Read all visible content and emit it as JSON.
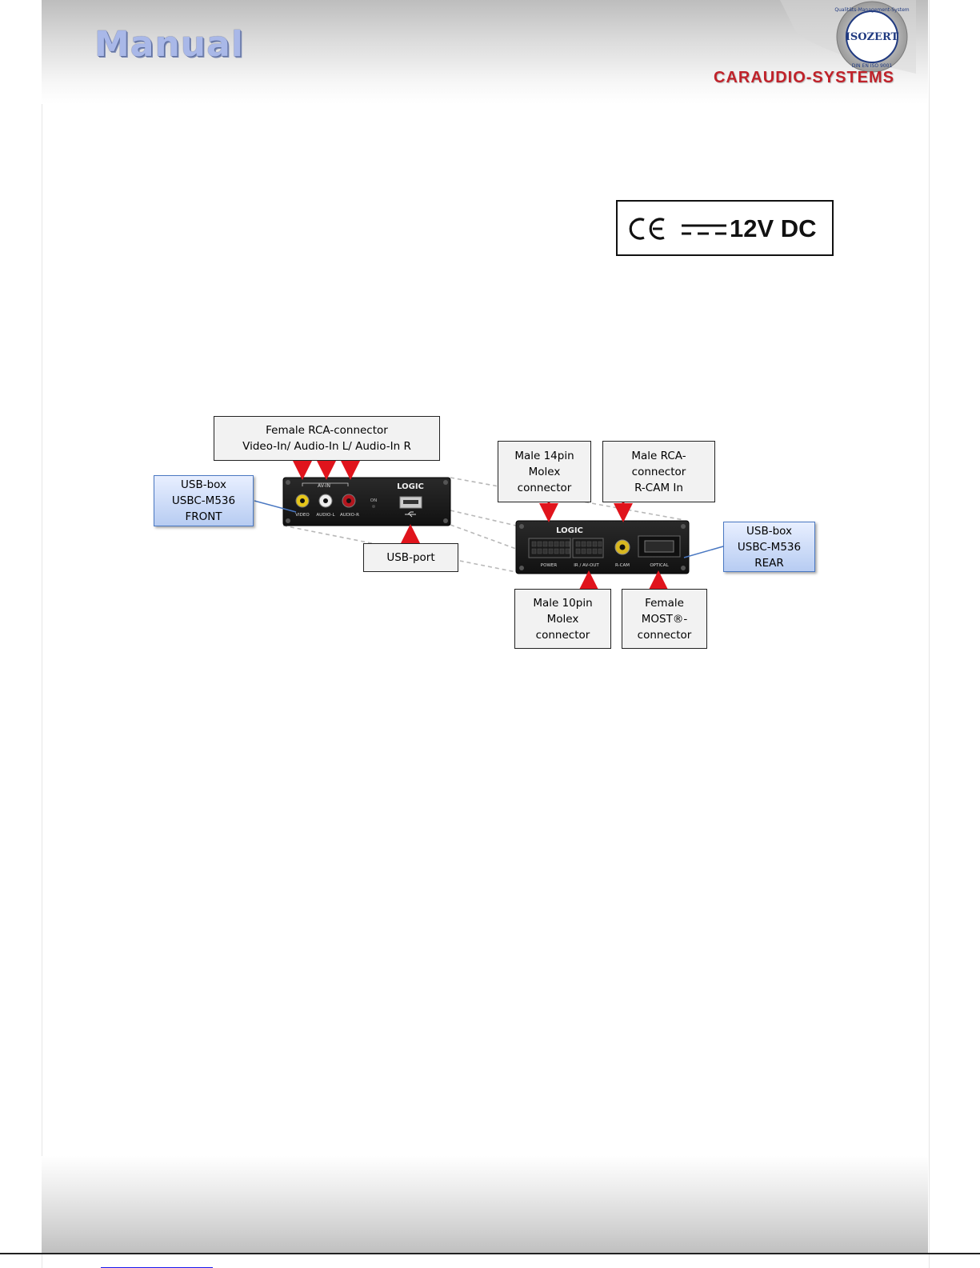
{
  "header": {
    "title": "Manual",
    "brand": "CARAUDIO-SYSTEMS",
    "seal": {
      "ring_text": "Qualitäts-Management-System",
      "center_text": "ISOZERT",
      "bottom_text": "DIN EN ISO 9001"
    }
  },
  "ce_mark": {
    "symbol": "CE",
    "voltage": "12V DC"
  },
  "diagram": {
    "front_box_label": [
      "USB-box",
      "USBC-M536",
      "FRONT"
    ],
    "rear_box_label": [
      "USB-box",
      "USBC-M536",
      "REAR"
    ],
    "rca_female_label": [
      "Female RCA-connector",
      "Video-In/ Audio-In L/ Audio-In R"
    ],
    "usb_port_label": "USB-port",
    "molex14_label": [
      "Male 14pin",
      "Molex",
      "connector"
    ],
    "rca_male_label": [
      "Male RCA-",
      "connector",
      "R-CAM In"
    ],
    "molex10_label": [
      "Male 10pin",
      "Molex",
      "connector"
    ],
    "most_label": [
      "Female",
      "MOST®-",
      "connector"
    ],
    "front_panel": {
      "logo": "LOGIC",
      "av_in": "AV-IN",
      "on": "ON",
      "ports": [
        "VIDEO",
        "AUDIO-L",
        "AUDIO-R"
      ]
    },
    "rear_panel": {
      "logo": "LOGIC",
      "ports": [
        "POWER",
        "IR / AV-OUT",
        "R-CAM",
        "OPTICAL"
      ]
    }
  },
  "colors": {
    "arrow": "#e0141c",
    "brand": "#c0222a",
    "label_blue_border": "#4a78c2"
  }
}
